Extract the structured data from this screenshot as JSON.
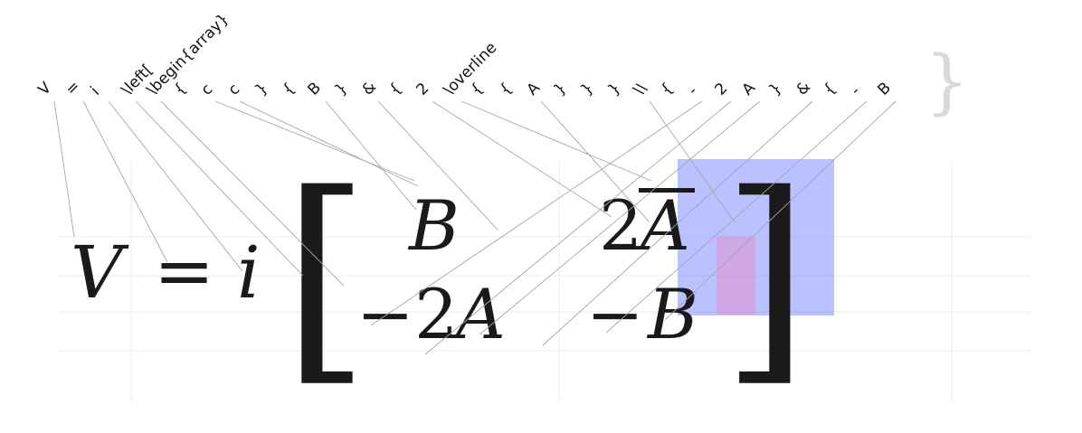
{
  "tokens": [
    {
      "label": "V"
    },
    {
      "label": "="
    },
    {
      "label": "i"
    },
    {
      "label": "\\left["
    },
    {
      "label": "\\begin{array}"
    },
    {
      "label": "{"
    },
    {
      "label": "c"
    },
    {
      "label": "c"
    },
    {
      "label": "}"
    },
    {
      "label": "{"
    },
    {
      "label": "B"
    },
    {
      "label": "}"
    },
    {
      "label": "&"
    },
    {
      "label": "{"
    },
    {
      "label": "2"
    },
    {
      "label": "\\overline"
    },
    {
      "label": "{"
    },
    {
      "label": "{"
    },
    {
      "label": "A"
    },
    {
      "label": "}"
    },
    {
      "label": "}"
    },
    {
      "label": "}"
    },
    {
      "label": "\\\\"
    },
    {
      "label": "{"
    },
    {
      "label": "-"
    },
    {
      "label": "2"
    },
    {
      "label": "A"
    },
    {
      "label": "}"
    },
    {
      "label": "&"
    },
    {
      "label": "{"
    },
    {
      "label": "-"
    },
    {
      "label": "B"
    }
  ],
  "closing_brace": "}",
  "formula": {
    "V": "V",
    "equals": "=",
    "i": "i",
    "left_bracket": "[",
    "right_bracket": "]",
    "cells": {
      "r1c1": "B",
      "r1c2_coef": "2",
      "r1c2_var": "A",
      "r2c1_minus": "−",
      "r2c1_coef": "2",
      "r2c1_var": "A",
      "r2c2_minus": "−",
      "r2c2_var": "B"
    }
  },
  "colors": {
    "highlight_primary": "#6e7dff",
    "highlight_secondary": "#eb82be",
    "connector": "#9a9a9a",
    "grid": "#ececec"
  }
}
